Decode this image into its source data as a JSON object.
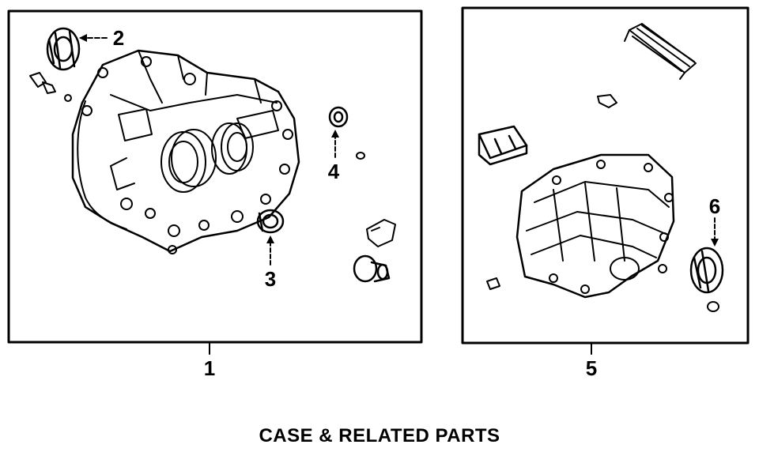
{
  "diagram": {
    "caption": "CASE & RELATED PARTS",
    "callouts": [
      "1",
      "2",
      "3",
      "4",
      "5",
      "6"
    ],
    "colors": {
      "ink": "#000000",
      "paper": "#ffffff"
    }
  }
}
